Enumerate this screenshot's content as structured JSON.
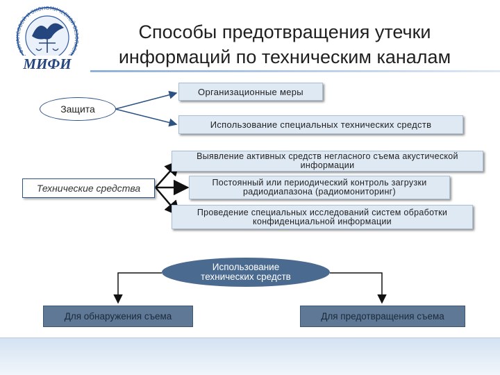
{
  "title": {
    "line1": "Способы предотвращения утечки",
    "line2": "информаций по техническим каналам"
  },
  "logo": {
    "ring_text": "ИНСТИТУТ ФИНАНСОВОЙ И ЭКОНОМИЧЕСКОЙ БЕЗОПАСНОСТИ",
    "wordmark": "МИФИ"
  },
  "section1": {
    "oval_label": "Защита",
    "items": [
      "Организационные меры",
      "Использование специальных технических средств"
    ]
  },
  "section2": {
    "source_label": "Технические средства",
    "items": [
      {
        "line1": "Выявление активных средств негласного съема акустической",
        "line2": "информации"
      },
      {
        "line1": "Постоянный или периодический контроль загрузки",
        "line2": "радиодиапазона (радиомониторинг)"
      },
      {
        "line1": "Проведение специальных исследований систем обработки",
        "line2": "конфиденциальной информации"
      }
    ]
  },
  "section3": {
    "center_line1": "Использование",
    "center_line2": "технических средств",
    "left_label": "Для обнаружения съема",
    "right_label": "Для предотвращения съема"
  },
  "colors": {
    "box_fill": "#dfe9f3",
    "connector": "#2c5282",
    "dark_fill": "#4a6b8f"
  }
}
